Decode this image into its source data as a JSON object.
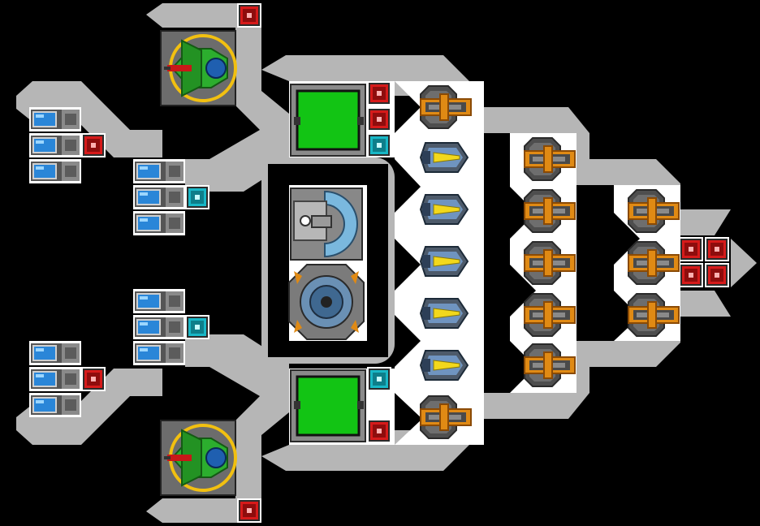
{
  "scene": {
    "background": "#000000",
    "hull_color": "#b6b6b6",
    "hull_highlight": "#ffffff"
  },
  "palette": {
    "red_block": "#d61a1a",
    "cyan_block": "#18b7c6",
    "green_screen": "#12c414",
    "cell_blue": "#2a86d8",
    "cell_gray": "#777777",
    "gun_orange": "#e08a14",
    "laser_yellow": "#f2d81c",
    "fighter_green": "#2cae2e",
    "ring_yellow": "#f2c010"
  },
  "parts": {
    "thrusters": [
      "fighter-bay-thruster",
      "fighter-bay-thruster"
    ],
    "fighters": [
      "green-fighter-icon",
      "green-fighter-icon"
    ],
    "cores": [
      "reactor-core-icon",
      "shield-core-icon"
    ],
    "screens": [
      "control-screen",
      "control-screen"
    ],
    "lasers": 5,
    "turrets_front_column": 5,
    "turrets_mid_column": 3,
    "turrets_side": 2,
    "battery_groups": 4
  }
}
